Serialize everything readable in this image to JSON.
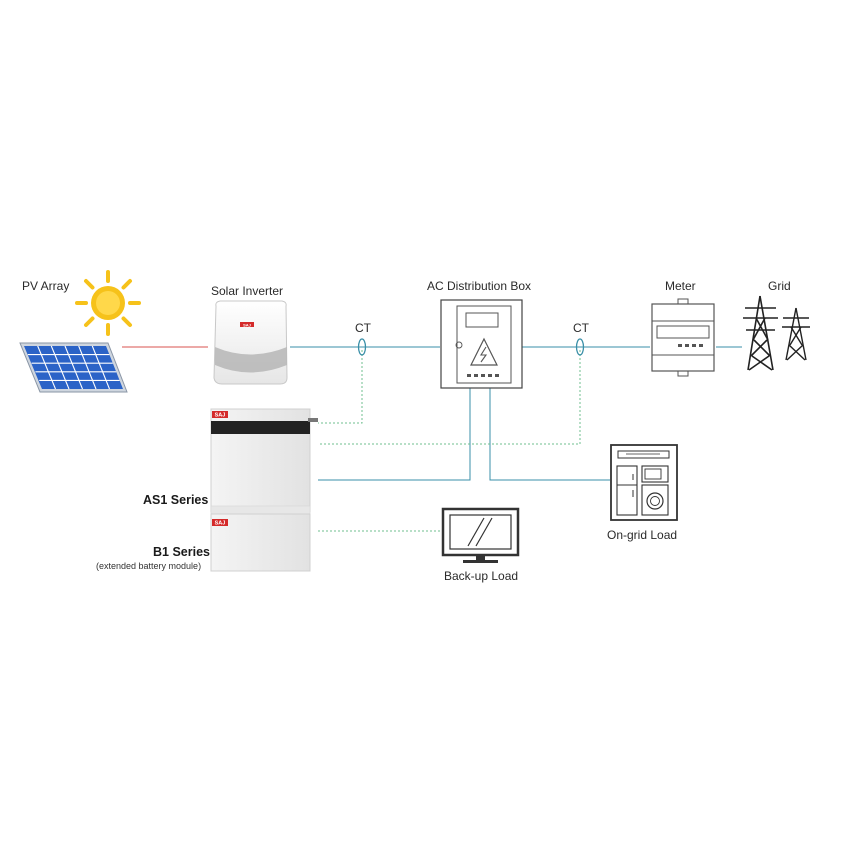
{
  "labels": {
    "pv_array": "PV Array",
    "solar_inverter": "Solar Inverter",
    "ac_box": "AC Distribution Box",
    "meter": "Meter",
    "grid": "Grid",
    "ct_left": "CT",
    "ct_right": "CT",
    "as1_series": "AS1 Series",
    "b1_series": "B1 Series",
    "b1_note": "(extended battery module)",
    "backup_load": "Back-up Load",
    "ongrid_load": "On-grid Load"
  },
  "brand": {
    "inverter_logo": "SAJ",
    "battery_logo": "SAJ",
    "module_logo": "SAJ"
  },
  "colors": {
    "dc_line": "#d9534f",
    "ac_line": "#3a8fa8",
    "comm_line": "#6fbf8f",
    "brand_red": "#d42a2a",
    "sun": "#f6c21a",
    "panel_blue": "#2b63c7"
  }
}
